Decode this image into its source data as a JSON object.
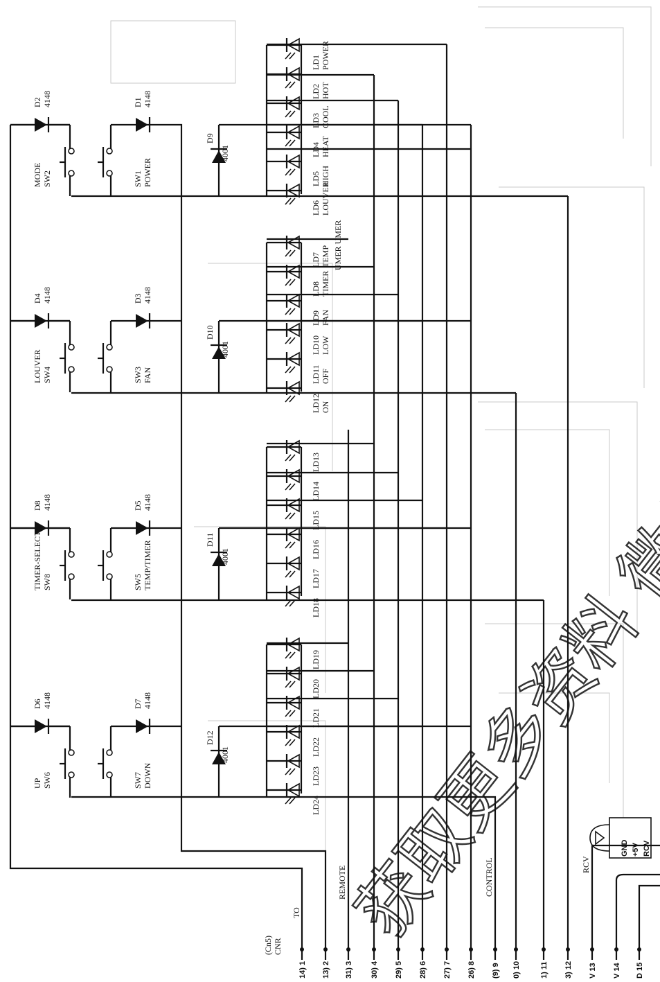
{
  "connector": {
    "ref": "(Cn5)",
    "name": "CNR"
  },
  "pins": [
    {
      "label": "14) 1"
    },
    {
      "label": "13) 2"
    },
    {
      "label": "31) 3"
    },
    {
      "label": "30) 4"
    },
    {
      "label": "29) 5"
    },
    {
      "label": "28) 6"
    },
    {
      "label": "27) 7"
    },
    {
      "label": "26) 8"
    },
    {
      "label": "(9) 9"
    },
    {
      "label": "0) 10"
    },
    {
      "label": "1) 11"
    },
    {
      "label": "3) 12"
    },
    {
      "label": "V 13"
    },
    {
      "label": "V 14"
    },
    {
      "label": "D 15"
    }
  ],
  "signals": {
    "to": "TO",
    "remote": "REMOTE",
    "control": "CONTROL",
    "rcv": "RCV"
  },
  "receiver": {
    "pins": [
      "GND",
      "+5V",
      "RCV"
    ]
  },
  "switch_groups": [
    {
      "sw_a": [
        "MODE",
        "SW2"
      ],
      "sw_b": [
        "SW1",
        "POWER"
      ],
      "d_a": [
        "D2",
        "4148"
      ],
      "d_b": [
        "D1",
        "4148"
      ],
      "zener": [
        "D9",
        "4001"
      ]
    },
    {
      "sw_a": [
        "LOUVER",
        "SW4"
      ],
      "sw_b": [
        "SW3",
        "FAN"
      ],
      "d_a": [
        "D4",
        "4148"
      ],
      "d_b": [
        "D3",
        "4148"
      ],
      "zener": [
        "D10",
        "4001"
      ]
    },
    {
      "sw_a": [
        "TIMER-SELECT",
        "SW8"
      ],
      "sw_b": [
        "SW5",
        "TEMP/TIMER"
      ],
      "d_a": [
        "D8",
        "4148"
      ],
      "d_b": [
        "D5",
        "4148"
      ],
      "zener": [
        "D11",
        "4001"
      ]
    },
    {
      "sw_a": [
        "UP",
        "SW6"
      ],
      "sw_b": [
        "SW7",
        "DOWN"
      ],
      "d_a": [
        "D6",
        "4148"
      ],
      "d_b": [
        "D7",
        "4148"
      ],
      "zener": [
        "D12",
        "4001"
      ]
    }
  ],
  "led_groups": [
    {
      "leds": [
        [
          "LD1",
          "POWER"
        ],
        [
          "LD2",
          "HOT"
        ],
        [
          "LD3",
          "COOL"
        ],
        [
          "LD4",
          "HEAT"
        ],
        [
          "LD5",
          "HIGH"
        ],
        [
          "LD6",
          "LOUVER"
        ]
      ]
    },
    {
      "leds": [
        [
          "LD7",
          "TEMP"
        ],
        [
          "LD8",
          "TIMER"
        ],
        [
          "LD9",
          "FAN"
        ],
        [
          "LD10",
          "LOW"
        ],
        [
          "LD11",
          "OFF"
        ],
        [
          "LD12",
          "ON"
        ]
      ],
      "extra": "UMER UMER"
    },
    {
      "leds": [
        [
          "LD13",
          ""
        ],
        [
          "LD14",
          ""
        ],
        [
          "LD15",
          ""
        ],
        [
          "LD16",
          ""
        ],
        [
          "LD17",
          ""
        ],
        [
          "LD18",
          ""
        ]
      ]
    },
    {
      "leds": [
        [
          "LD19",
          ""
        ],
        [
          "LD20",
          ""
        ],
        [
          "LD21",
          ""
        ],
        [
          "LD22",
          ""
        ],
        [
          "LD23",
          ""
        ],
        [
          "LD24",
          ""
        ]
      ]
    }
  ],
  "watermark": "获取更多资料 微信搜索蓝领易"
}
